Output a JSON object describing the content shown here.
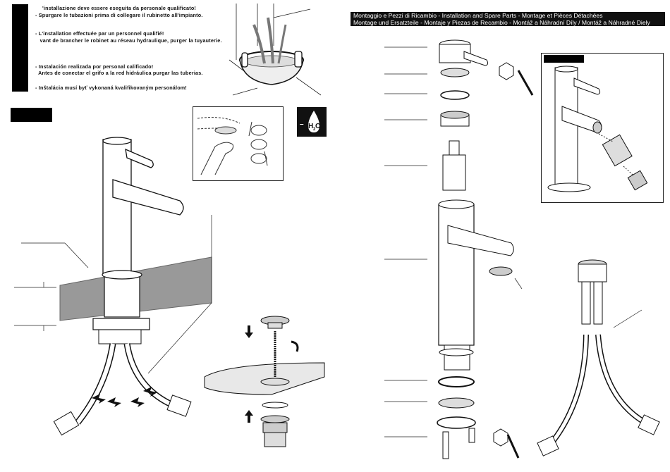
{
  "warnings": {
    "line1": "'installazione deve essere eseguita da personale qualificato!",
    "line2": "- Spurgare le tubazioni prima di collegare il rubinetto all'impianto.",
    "line3": "- L'installation effectuée par un personnel qualifié!",
    "line4": "   vant de brancher le robinet au réseau hydraulique, purger la tuyauterie.",
    "line5": "- Instalación realizada por personal calificado!",
    "line6": "  Antes de conectar el grifo a la red hidráulica purgar las tuberias.",
    "line7": "- Inštalácia musí byť vykonaná kvalifikovaným personálom!"
  },
  "header": {
    "line1": "Montaggio e Pezzi di Ricambio - Installation and Spare Parts - Montage et Pièces Détachées",
    "line2": "Montage und Ersatzteile - Montaje y Piezas de Recambio - Montáž a Náhradní Díly / Montáž a Náhradné Diely"
  },
  "icons": {
    "water_off": "no-water-icon",
    "rotate": "rotate-arrow-icon",
    "hex_key": "hex-key-icon"
  },
  "h2o_label": {
    "minus": "–",
    "main": "H",
    "sub": "2",
    "tail": "O"
  }
}
